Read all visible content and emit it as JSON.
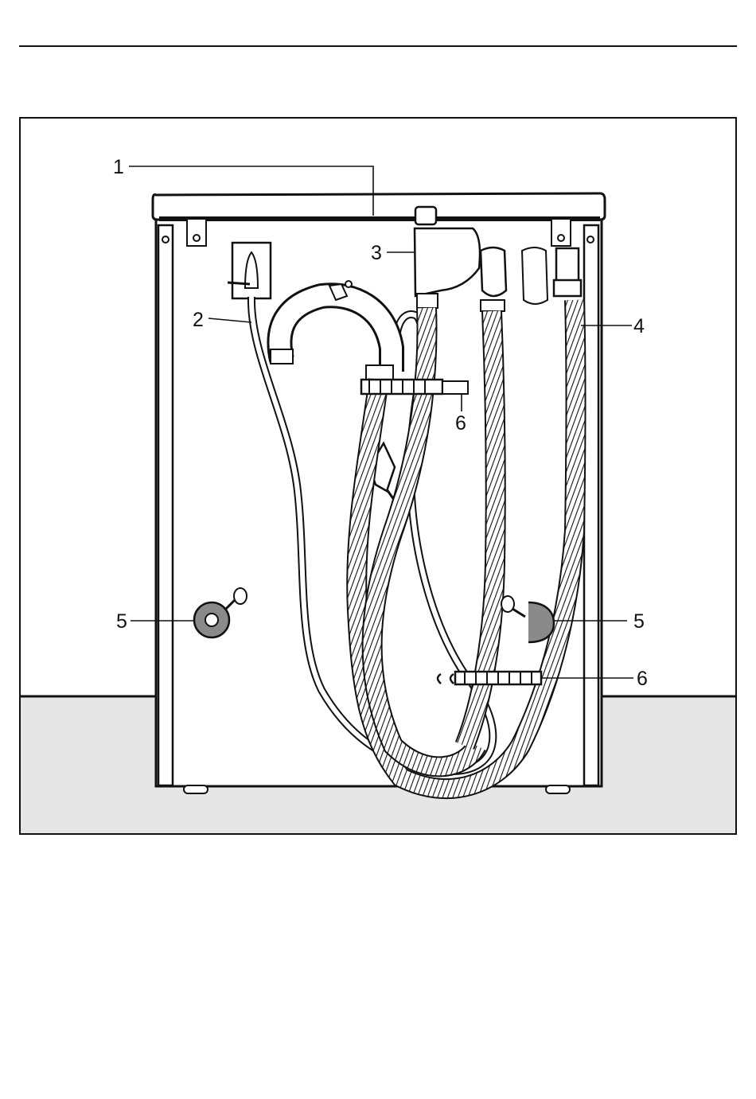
{
  "figure": {
    "callouts": [
      {
        "id": "1",
        "label": "1"
      },
      {
        "id": "2",
        "label": "2"
      },
      {
        "id": "3",
        "label": "3"
      },
      {
        "id": "4",
        "label": "4"
      },
      {
        "id": "5-left",
        "label": "5"
      },
      {
        "id": "5-right",
        "label": "5"
      },
      {
        "id": "6-top",
        "label": "6"
      },
      {
        "id": "6-bottom",
        "label": "6"
      }
    ]
  },
  "colors": {
    "line": "#111111",
    "floor": "#e6e6e6",
    "hose_fill": "#ffffff",
    "foot_grey": "#8a8a8a"
  }
}
